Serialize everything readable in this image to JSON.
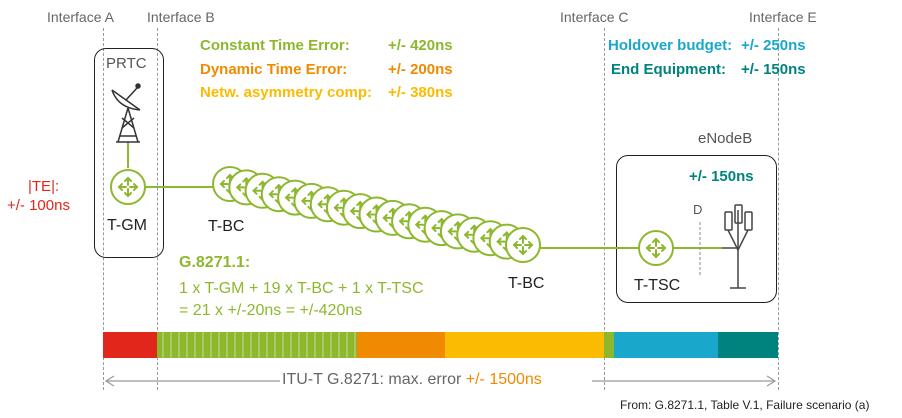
{
  "interfaces": {
    "a": "Interface A",
    "b": "Interface B",
    "c": "Interface C",
    "e": "Interface E"
  },
  "budget": {
    "cte_label": "Constant Time Error:",
    "cte_value": "+/- 420ns",
    "dte_label": "Dynamic Time Error:",
    "dte_value": "+/- 200ns",
    "asym_label": "Netw. asymmetry comp:",
    "asym_value": "+/- 380ns",
    "holdover_label": "Holdover budget:",
    "holdover_value": "+/- 250ns",
    "end_label": "End Equipment:",
    "end_value": "+/- 150ns"
  },
  "nodes": {
    "prtc": "PRTC",
    "tgm": "T-GM",
    "tbc_left": "T-BC",
    "tbc_right": "T-BC",
    "ttsc": "T-TSC",
    "enodeb": "eNodeB",
    "enodeb_error": "+/- 150ns",
    "d_label": "D"
  },
  "te": {
    "label": "|TE|:",
    "value": "+/- 100ns"
  },
  "g82711": {
    "title": "G.8271.1:",
    "line1": "1 x T-GM + 19 x T-BC + 1 x T-TSC",
    "line2": "= 21 x +/-20ns = +/-420ns"
  },
  "error_bar": {
    "segments": [
      {
        "name": "prtc",
        "color": "#e1261c"
      },
      {
        "name": "constant-time-error",
        "color": "#8db82e"
      },
      {
        "name": "dynamic-time-error",
        "color": "#f08a00"
      },
      {
        "name": "asymmetry",
        "color": "#fbbb00"
      },
      {
        "name": "gap",
        "color": "#8db82e"
      },
      {
        "name": "holdover",
        "color": "#1aa7cc"
      },
      {
        "name": "end-equipment",
        "color": "#00837e"
      }
    ]
  },
  "total": {
    "label": "ITU-T G.8271: max. error ",
    "value": "+/- 1500ns"
  },
  "source": "From: G.8271.1, Table V.1, Failure scenario (a)",
  "colors": {
    "green": "#8db82e",
    "orange": "#f08a00",
    "yellow": "#fbbb00",
    "cyan": "#1aa7cc",
    "teal": "#00837e",
    "red": "#e1261c"
  }
}
